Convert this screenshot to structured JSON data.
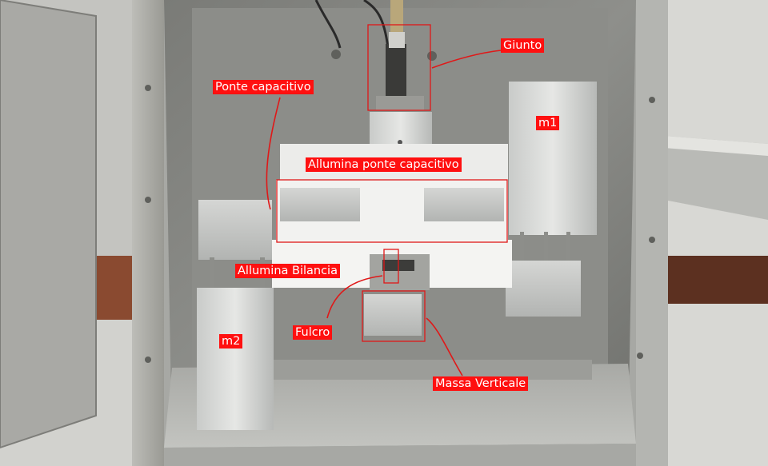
{
  "image": {
    "kind": "photo",
    "subject": "aluminium balance apparatus inside open metal enclosure",
    "label_color": "#ff1010",
    "label_text_color": "#ffffff"
  },
  "annotations": {
    "giunto": "Giunto",
    "ponte_capacitivo": "Ponte capacitivo",
    "m1": "m1",
    "allumina_ponte": "Allumina ponte capacitivo",
    "allumina_bilancia": "Allumina Bilancia",
    "fulcro": "Fulcro",
    "m2": "m2",
    "massa_verticale": "Massa Verticale"
  }
}
